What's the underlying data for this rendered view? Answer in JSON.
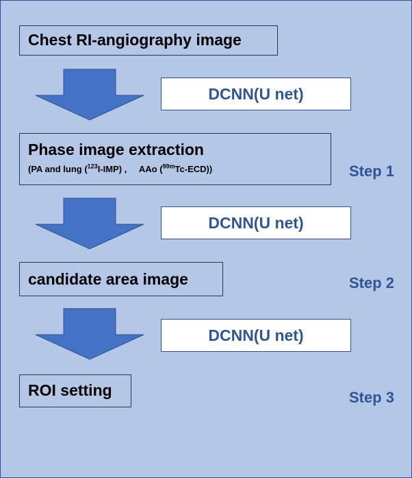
{
  "steps": {
    "box1": "Chest RI-angiography image",
    "box2_title": "Phase image extraction",
    "box2_sub": {
      "prefix": "(PA and lung (",
      "iso1": "123",
      "tracer1": "I-IMP) ,     AAo (",
      "iso2": "99m",
      "tracer2": "Tc-ECD))"
    },
    "box3": "candidate area image",
    "box4": "ROI setting"
  },
  "dcnn": {
    "label1": "DCNN(U net)",
    "label2": "DCNN(U net)",
    "label3": "DCNN(U net)"
  },
  "step_labels": {
    "step1": "Step 1",
    "step2": "Step 2",
    "step3": "Step 3"
  },
  "colors": {
    "background": "#b4c7e7",
    "arrow": "#4472c4",
    "accent_text": "#2f5597"
  }
}
